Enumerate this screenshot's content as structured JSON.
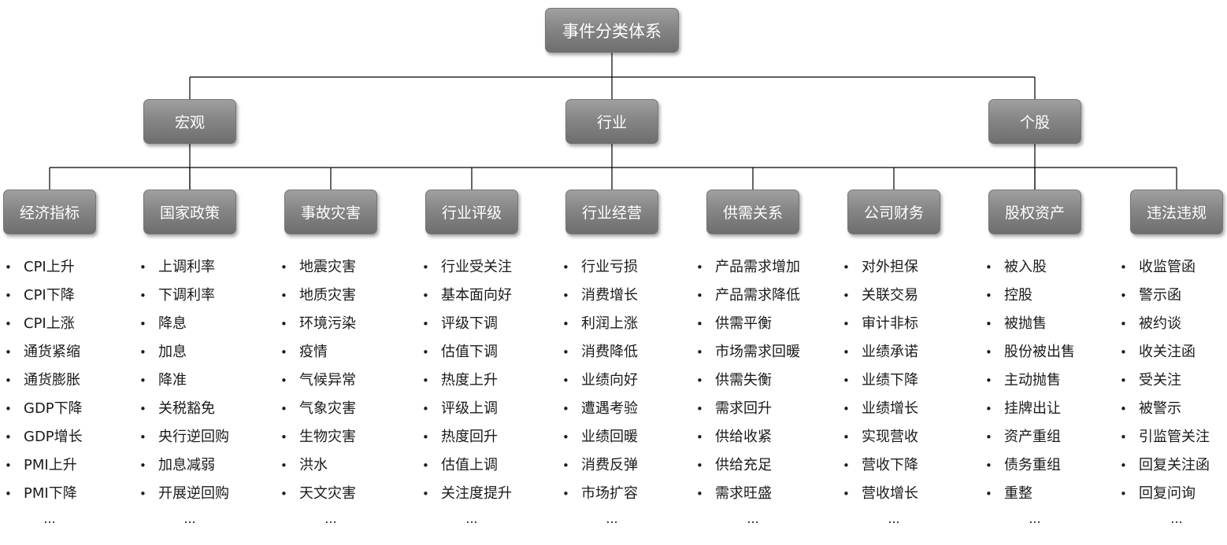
{
  "root": "事件分类体系",
  "level1": [
    "宏观",
    "行业",
    "个股"
  ],
  "categories": [
    {
      "label": "经济指标",
      "items": [
        "CPI上升",
        "CPI下降",
        "CPI上涨",
        "通货紧缩",
        "通货膨胀",
        "GDP下降",
        "GDP增长",
        "PMI上升",
        "PMI下降"
      ]
    },
    {
      "label": "国家政策",
      "items": [
        "上调利率",
        "下调利率",
        "降息",
        "加息",
        "降准",
        "关税豁免",
        "央行逆回购",
        "加息减弱",
        "开展逆回购"
      ]
    },
    {
      "label": "事故灾害",
      "items": [
        "地震灾害",
        "地质灾害",
        "环境污染",
        "疫情",
        "气候异常",
        "气象灾害",
        "生物灾害",
        "洪水",
        "天文灾害"
      ]
    },
    {
      "label": "行业评级",
      "items": [
        "行业受关注",
        "基本面向好",
        "评级下调",
        "估值下调",
        "热度上升",
        "评级上调",
        "热度回升",
        "估值上调",
        "关注度提升"
      ]
    },
    {
      "label": "行业经营",
      "items": [
        "行业亏损",
        "消费增长",
        "利润上涨",
        "消费降低",
        "业绩向好",
        "遭遇考验",
        "业绩回暖",
        "消费反弹",
        "市场扩容"
      ]
    },
    {
      "label": "供需关系",
      "items": [
        "产品需求增加",
        "产品需求降低",
        "供需平衡",
        "市场需求回暖",
        "供需失衡",
        "需求回升",
        "供给收紧",
        "供给充足",
        "需求旺盛"
      ]
    },
    {
      "label": "公司财务",
      "items": [
        "对外担保",
        "关联交易",
        "审计非标",
        "业绩承诺",
        "业绩下降",
        "业绩增长",
        "实现营收",
        "营收下降",
        "营收增长"
      ]
    },
    {
      "label": "股权资产",
      "items": [
        "被入股",
        "控股",
        "被抛售",
        "股份被出售",
        "主动抛售",
        "挂牌出让",
        "资产重组",
        "债务重组",
        "重整"
      ]
    },
    {
      "label": "违法违规",
      "items": [
        "收监管函",
        "警示函",
        "被约谈",
        "收关注函",
        "受关注",
        "被警示",
        "引监管关注",
        "回复关注函",
        "回复问询"
      ]
    }
  ],
  "bullet": "•",
  "ellipsis": "..."
}
